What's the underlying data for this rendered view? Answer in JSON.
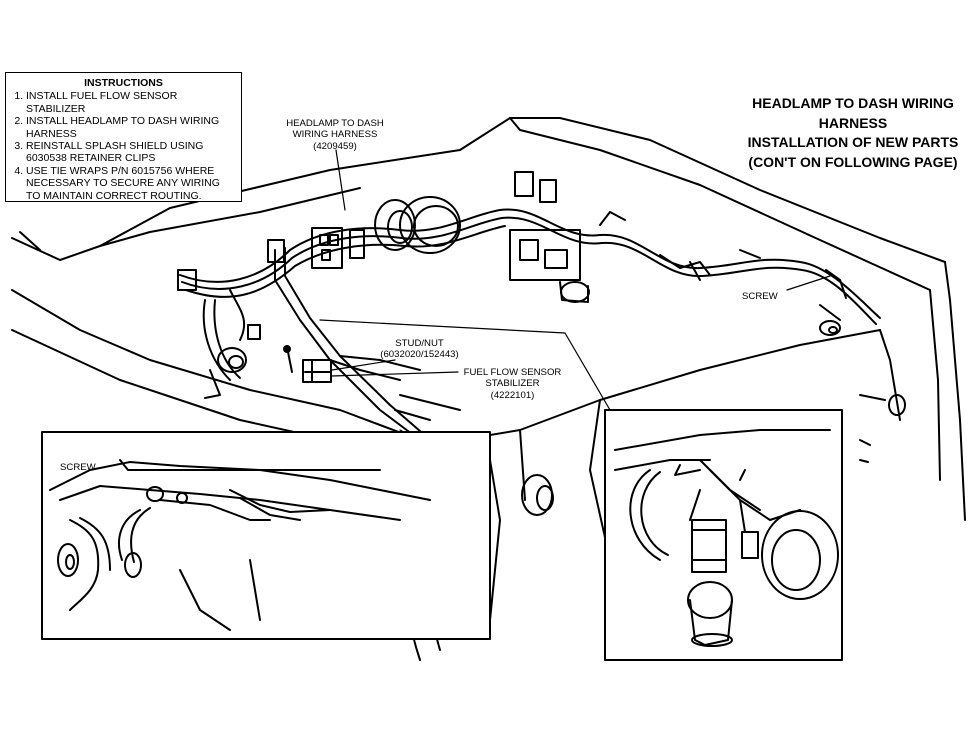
{
  "instructions": {
    "heading": "INSTRUCTIONS",
    "items": [
      "INSTALL FUEL FLOW SENSOR STABILIZER",
      "INSTALL HEADLAMP TO DASH WIRING HARNESS",
      "REINSTALL SPLASH SHIELD USING 6030538 RETAINER CLIPS",
      "USE TIE WRAPS P/N 6015756 WHERE NECESSARY TO SECURE ANY WIRING TO MAINTAIN CORRECT ROUTING."
    ]
  },
  "title": {
    "line1": "HEADLAMP TO DASH WIRING",
    "line2": "HARNESS",
    "line3": "INSTALLATION OF NEW PARTS",
    "line4": "(CON'T ON FOLLOWING PAGE)"
  },
  "callouts": {
    "harness": {
      "line1": "HEADLAMP TO DASH",
      "line2": "WIRING HARNESS",
      "line3": "(4209459)"
    },
    "screw_main": "SCREW",
    "stud_nut": {
      "line1": "STUD/NUT",
      "line2": "(6032020/152443)"
    },
    "fuel_sensor": {
      "line1": "FUEL FLOW SENSOR",
      "line2": "STABILIZER",
      "line3": "(4222101)"
    },
    "screw_inset": "SCREW"
  }
}
